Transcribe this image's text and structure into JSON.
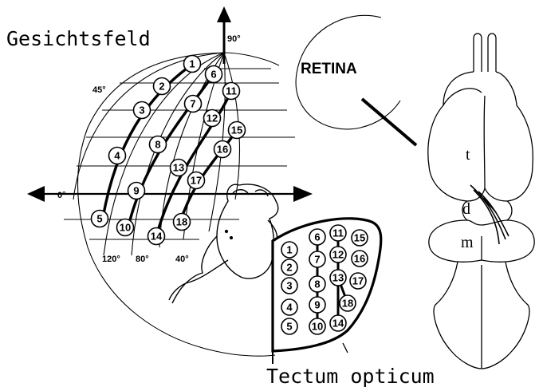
{
  "labels": {
    "visual_field": "Gesichtsfeld",
    "retina": "RETINA",
    "tectum": "Tectum opticum",
    "deg_90": "90°",
    "deg_45": "45°",
    "deg_0": "0°",
    "deg_120": "120°",
    "deg_80": "80°",
    "deg_40": "40°",
    "brain_t": "t",
    "brain_d": "d",
    "brain_m": "m"
  },
  "field_points": [
    {
      "n": "1"
    },
    {
      "n": "2"
    },
    {
      "n": "3"
    },
    {
      "n": "4"
    },
    {
      "n": "5"
    },
    {
      "n": "6"
    },
    {
      "n": "7"
    },
    {
      "n": "8"
    },
    {
      "n": "9"
    },
    {
      "n": "10"
    },
    {
      "n": "11"
    },
    {
      "n": "12"
    },
    {
      "n": "13"
    },
    {
      "n": "14"
    },
    {
      "n": "15"
    },
    {
      "n": "16"
    },
    {
      "n": "17"
    },
    {
      "n": "18"
    }
  ],
  "tectum_points": [
    {
      "n": "1"
    },
    {
      "n": "2"
    },
    {
      "n": "3"
    },
    {
      "n": "4"
    },
    {
      "n": "5"
    },
    {
      "n": "6"
    },
    {
      "n": "7"
    },
    {
      "n": "8"
    },
    {
      "n": "9"
    },
    {
      "n": "10"
    },
    {
      "n": "11"
    },
    {
      "n": "12"
    },
    {
      "n": "13"
    },
    {
      "n": "14"
    },
    {
      "n": "15"
    },
    {
      "n": "16"
    },
    {
      "n": "17"
    },
    {
      "n": "18"
    }
  ]
}
